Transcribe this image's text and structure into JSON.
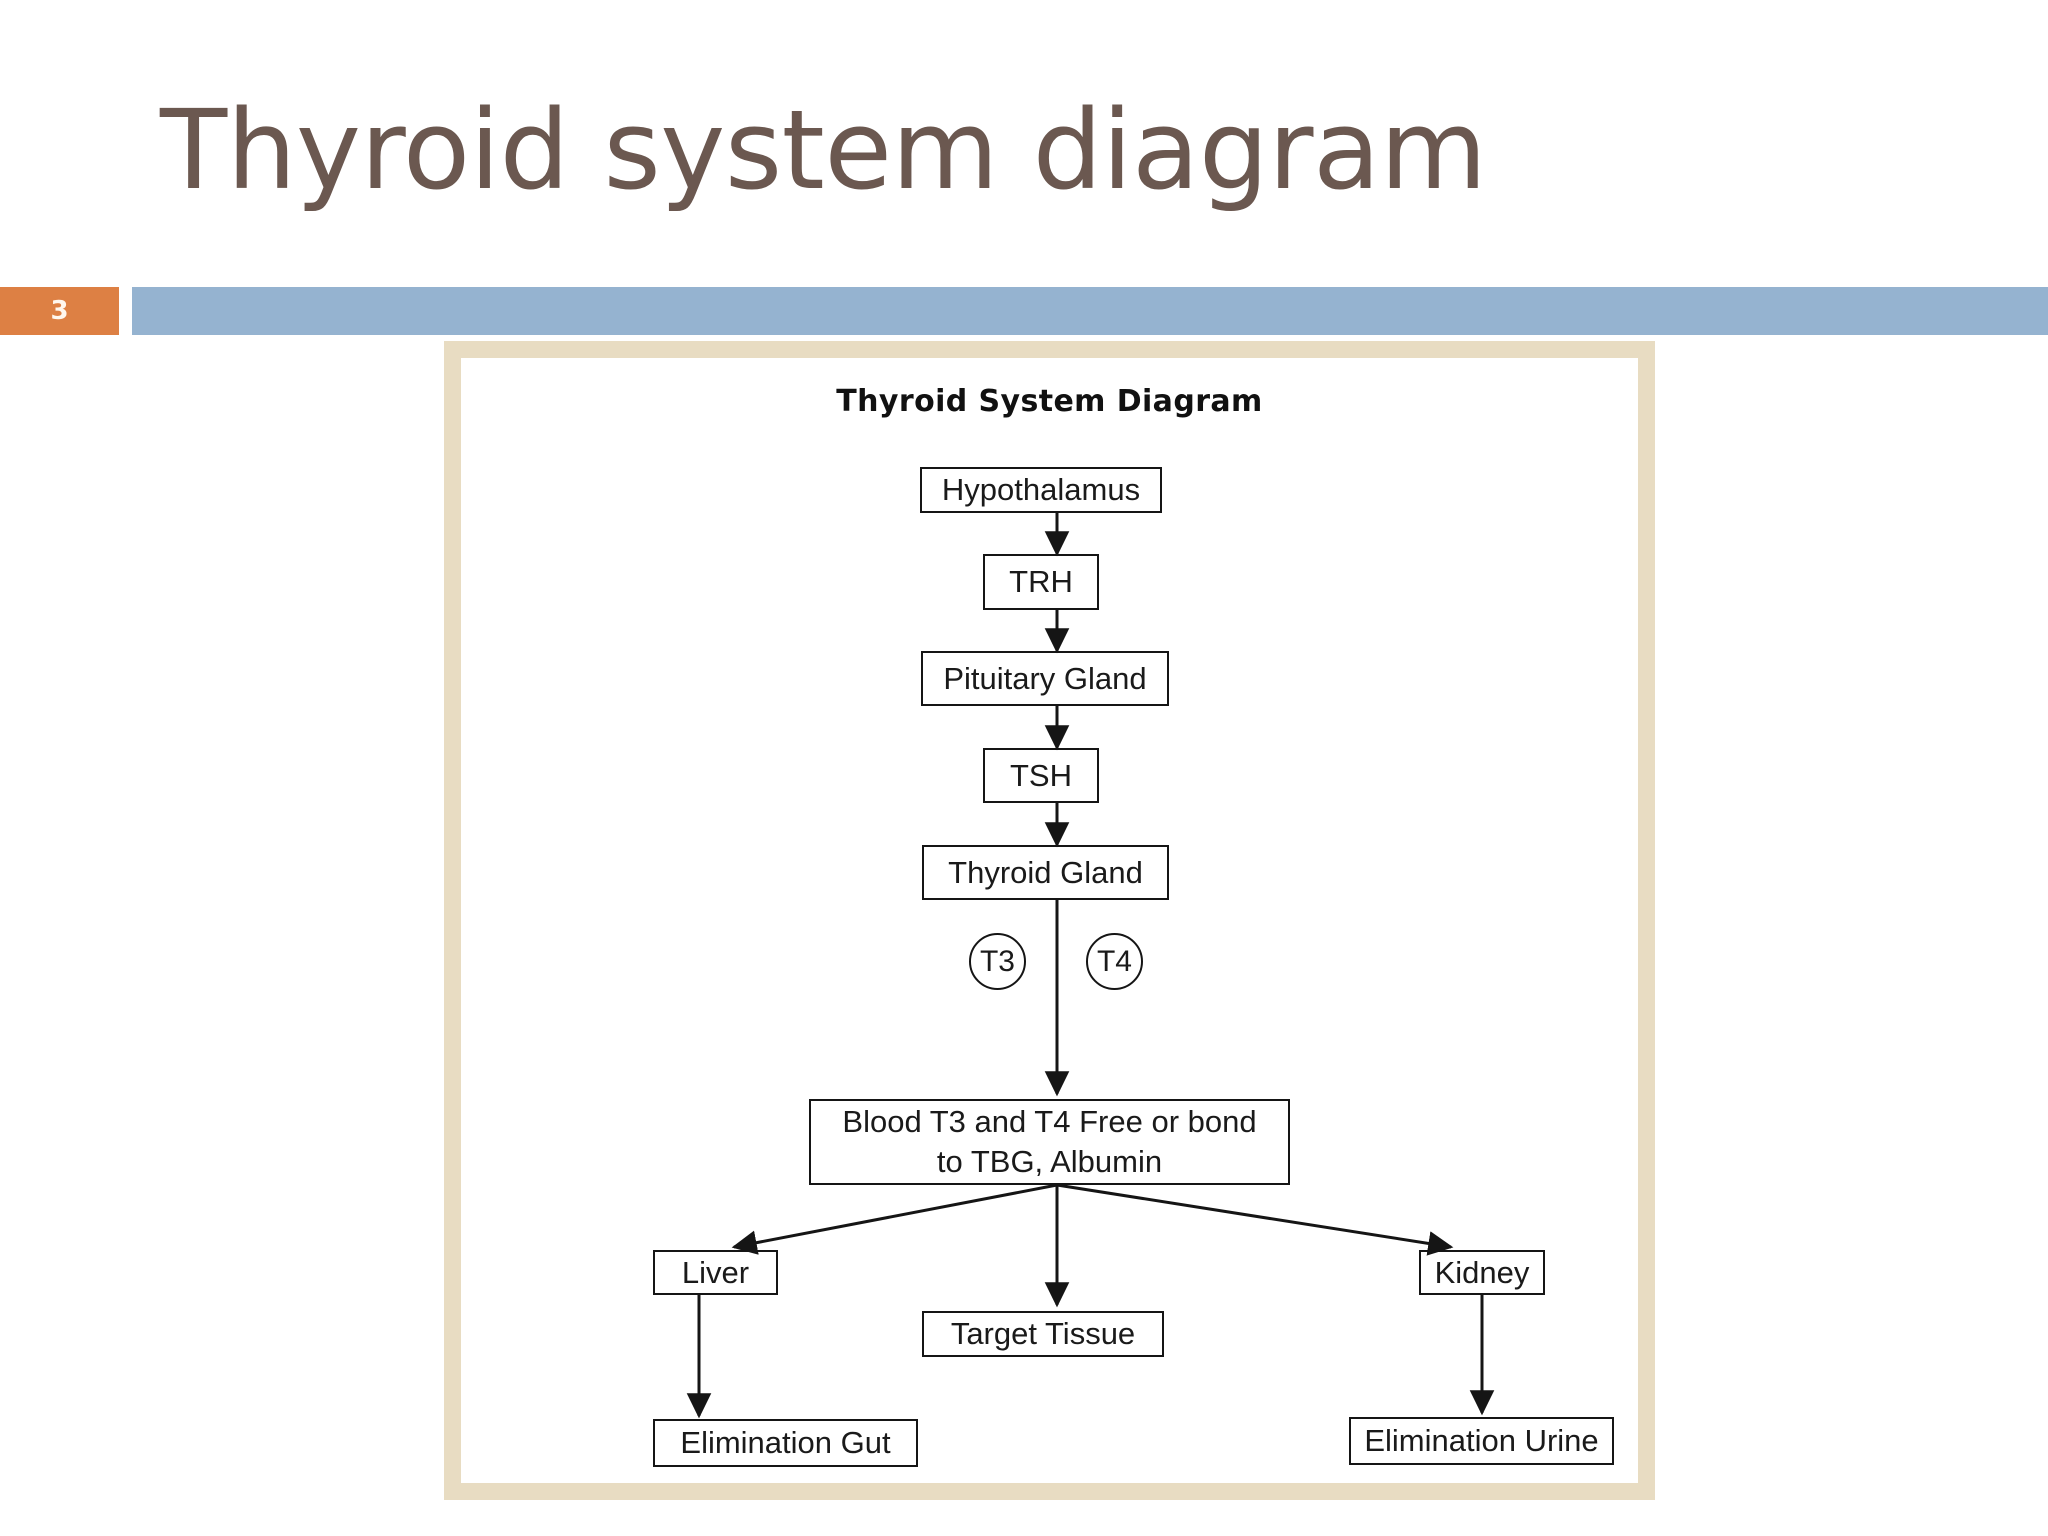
{
  "slide": {
    "title": "Thyroid system diagram",
    "number": "3",
    "accent_blue": "#95B3D0",
    "accent_orange": "#DD8044",
    "title_color": "#6B5850",
    "frame_color": "#E8DCC2"
  },
  "diagram": {
    "title": "Thyroid System Diagram",
    "nodes": {
      "hypothalamus": "Hypothalamus",
      "trh": "TRH",
      "pituitary": "Pituitary Gland",
      "tsh": "TSH",
      "thyroid": "Thyroid Gland",
      "t3": "T3",
      "t4": "T4",
      "blood": "Blood T3 and T4 Free or bond\nto TBG, Albumin",
      "liver": "Liver",
      "target_tissue": "Target Tissue",
      "kidney": "Kidney",
      "elimination_gut": "Elimination Gut",
      "elimination_urine": "Elimination Urine"
    }
  },
  "chart_data": {
    "type": "diagram",
    "title": "Thyroid System Diagram",
    "nodes": [
      {
        "id": "hypothalamus",
        "label": "Hypothalamus",
        "shape": "rect"
      },
      {
        "id": "trh",
        "label": "TRH",
        "shape": "rect"
      },
      {
        "id": "pituitary",
        "label": "Pituitary Gland",
        "shape": "rect"
      },
      {
        "id": "tsh",
        "label": "TSH",
        "shape": "rect"
      },
      {
        "id": "thyroid",
        "label": "Thyroid Gland",
        "shape": "rect"
      },
      {
        "id": "t3",
        "label": "T3",
        "shape": "circle"
      },
      {
        "id": "t4",
        "label": "T4",
        "shape": "circle"
      },
      {
        "id": "blood",
        "label": "Blood T3 and T4 Free or bond to TBG, Albumin",
        "shape": "rect"
      },
      {
        "id": "liver",
        "label": "Liver",
        "shape": "rect"
      },
      {
        "id": "target_tissue",
        "label": "Target Tissue",
        "shape": "rect"
      },
      {
        "id": "kidney",
        "label": "Kidney",
        "shape": "rect"
      },
      {
        "id": "elimination_gut",
        "label": "Elimination Gut",
        "shape": "rect"
      },
      {
        "id": "elimination_urine",
        "label": "Elimination Urine",
        "shape": "rect"
      }
    ],
    "edges": [
      {
        "from": "hypothalamus",
        "to": "trh",
        "arrow": true
      },
      {
        "from": "trh",
        "to": "pituitary",
        "arrow": true
      },
      {
        "from": "pituitary",
        "to": "tsh",
        "arrow": true
      },
      {
        "from": "tsh",
        "to": "thyroid",
        "arrow": true
      },
      {
        "from": "thyroid",
        "to": "blood",
        "arrow": true
      },
      {
        "from": "blood",
        "to": "liver",
        "arrow": true
      },
      {
        "from": "blood",
        "to": "target_tissue",
        "arrow": true
      },
      {
        "from": "blood",
        "to": "kidney",
        "arrow": true
      },
      {
        "from": "liver",
        "to": "elimination_gut",
        "arrow": true
      },
      {
        "from": "kidney",
        "to": "elimination_urine",
        "arrow": true
      }
    ]
  }
}
